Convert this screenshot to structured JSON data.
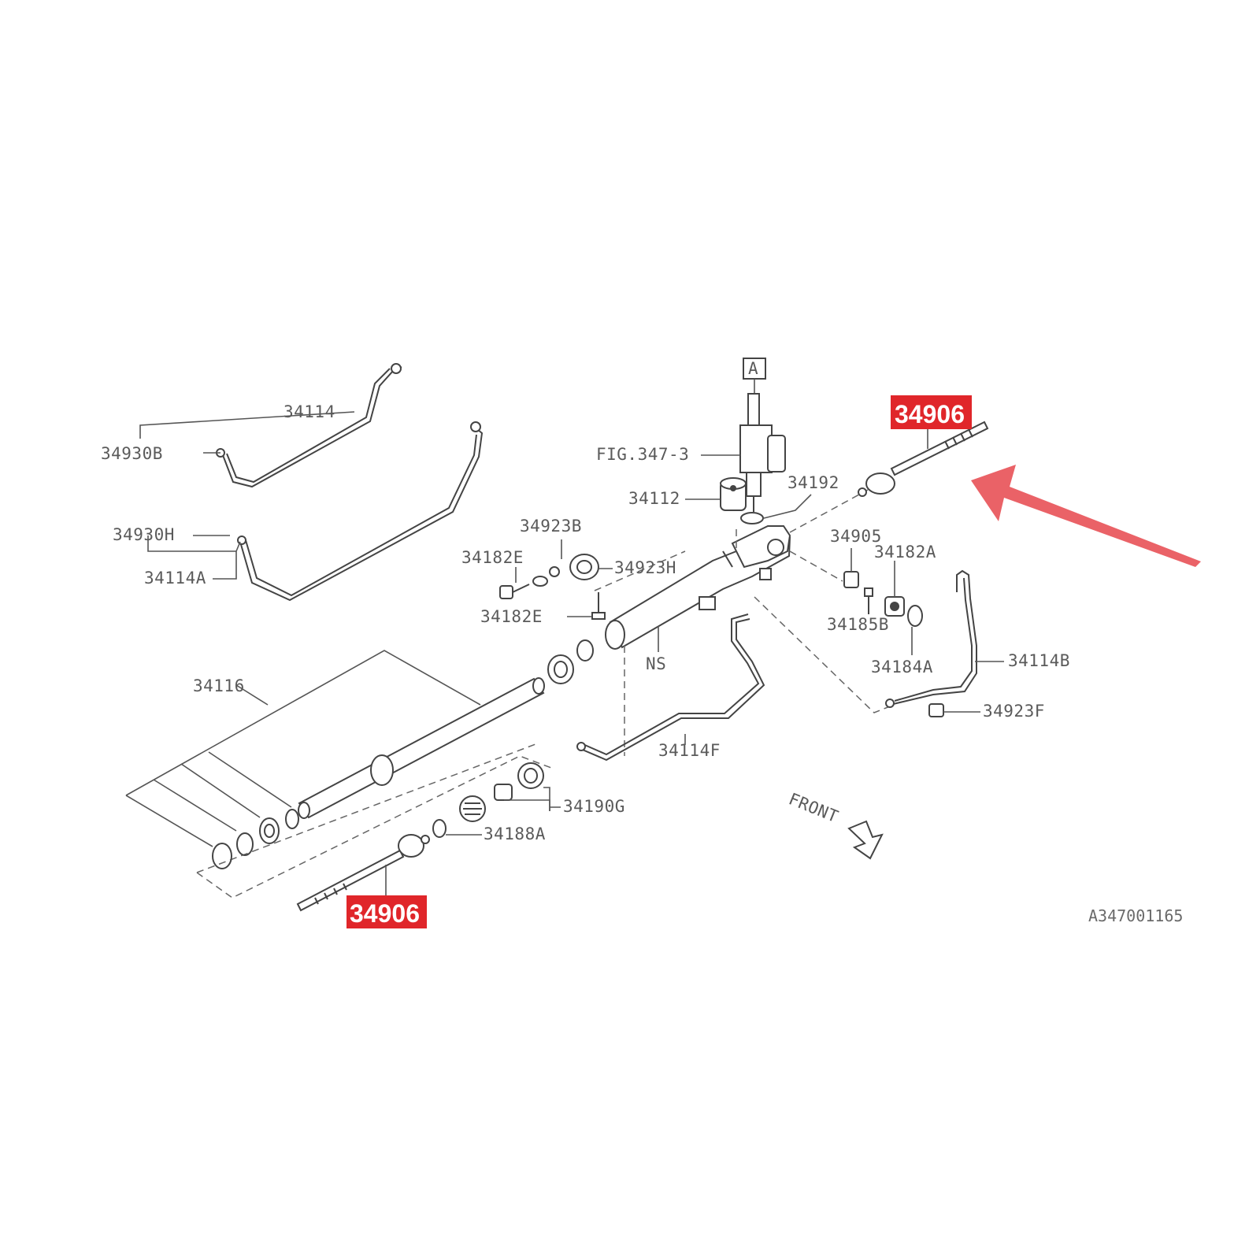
{
  "diagram": {
    "highlight_color": "#e0262a",
    "arrow_color": "#e8555a",
    "highlighted_part": "34906",
    "ref_box_label": "A",
    "front_label": "FRONT",
    "figure_id": "A347001165",
    "labels": {
      "p34114": "34114",
      "p34930B": "34930B",
      "p34930H": "34930H",
      "p34114A": "34114A",
      "fig3473": "FIG.347-3",
      "p34112": "34112",
      "p34192": "34192",
      "p34923B": "34923B",
      "p34182E_top": "34182E",
      "p34923H": "34923H",
      "p34182E_bottom": "34182E",
      "p34905": "34905",
      "p34182A": "34182A",
      "p34185B": "34185B",
      "p34184A": "34184A",
      "p34114B": "34114B",
      "p34923F": "34923F",
      "NS": "NS",
      "p34116": "34116",
      "p34114F": "34114F",
      "p34190G": "34190G",
      "p34188A": "34188A"
    }
  }
}
